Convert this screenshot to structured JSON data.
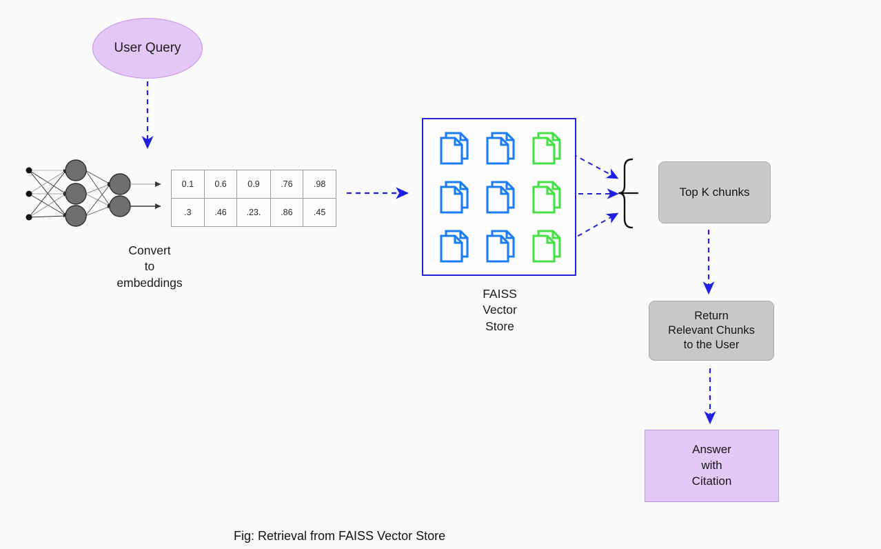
{
  "figure": {
    "caption": "Fig: Retrieval from FAISS Vector Store",
    "background_color": "#fbfbfb",
    "arrow_color": "#2020e0"
  },
  "nodes": {
    "user_query": {
      "label": "User Query",
      "shape": "ellipse",
      "fill": "#e3c7f7",
      "stroke": "#c58ee8"
    },
    "neural_network": {
      "name": "embedding-model-neural-network",
      "input_count": 3,
      "hidden_count": 3,
      "output_count": 2,
      "node_fill": "#6e6e6e"
    },
    "convert_label": "Convert\nto\nembeddings",
    "faiss_label": "FAISS\nVector\nStore",
    "top_k": {
      "label": "Top K chunks",
      "fill": "#c9c9c9",
      "stroke": "#a9a9a9"
    },
    "return_chunks": {
      "label": "Return\nRelevant Chunks\nto the User",
      "fill": "#c9c9c9",
      "stroke": "#a9a9a9"
    },
    "answer": {
      "label": "Answer\nwith\nCitation",
      "fill": "#e3c9f7",
      "stroke": "#c59ae4"
    }
  },
  "embedding_table": {
    "rows": [
      [
        "0.1",
        "0.6",
        "0.9",
        ".76",
        ".98"
      ],
      [
        ".3",
        ".46",
        ".23.",
        ".86",
        ".45"
      ]
    ],
    "border_color": "#9b9b9b"
  },
  "vector_store": {
    "border_color": "#2222dd",
    "columns": 3,
    "rows": 3,
    "doc_colors": [
      "#1a7df5",
      "#1a7df5",
      "#44e044"
    ],
    "matched_column_color": "#44e044",
    "matched_count": 3
  },
  "chart_data": {
    "type": "diagram",
    "title": "Fig: Retrieval from FAISS Vector Store",
    "flow": [
      {
        "from": "User Query",
        "to": "Embedding model",
        "style": "dashed-arrow"
      },
      {
        "from": "Embedding model",
        "to": "Embedding vector table",
        "style": "solid"
      },
      {
        "from": "Embedding vector table",
        "to": "FAISS Vector Store",
        "style": "dashed-arrow"
      },
      {
        "from": "FAISS Vector Store (green matched docs)",
        "to": "Top K chunks",
        "style": "dashed-arrow",
        "count": 3
      },
      {
        "from": "Top K chunks",
        "to": "Return Relevant Chunks to the User",
        "style": "dashed-arrow"
      },
      {
        "from": "Return Relevant Chunks to the User",
        "to": "Answer with Citation",
        "style": "dashed-arrow"
      }
    ]
  }
}
